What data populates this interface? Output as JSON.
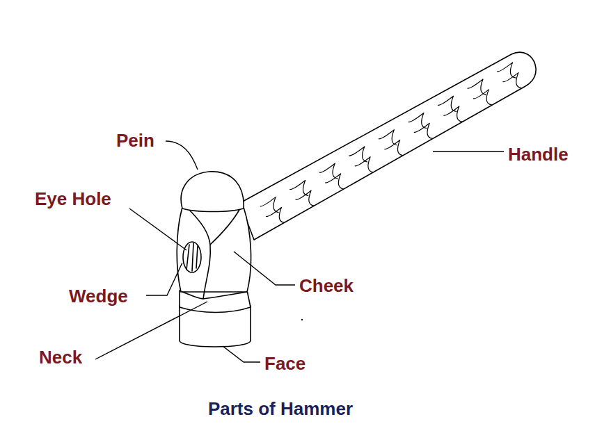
{
  "diagram": {
    "caption": "Parts of Hammer",
    "labels": [
      "Pein",
      "Eye Hole",
      "Wedge",
      "Cheek",
      "Handle",
      "Neck",
      "Face"
    ]
  }
}
